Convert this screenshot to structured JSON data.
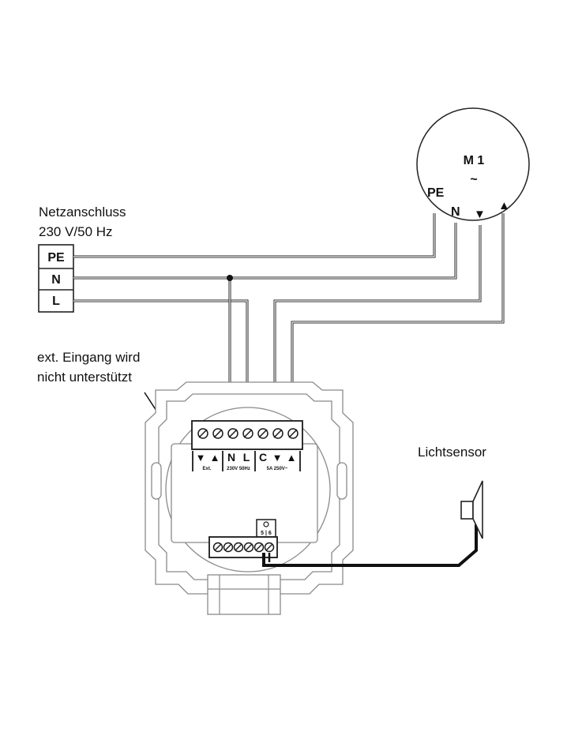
{
  "mains": {
    "title_line1": "Netzanschluss",
    "title_line2": "230 V/50 Hz",
    "terminals": [
      "PE",
      "N",
      "L"
    ]
  },
  "motor": {
    "label": "M 1",
    "symbol": "~",
    "terminals": {
      "pe": "PE",
      "n": "N",
      "down": "▼",
      "up": "▲"
    }
  },
  "note": {
    "line1": "ext. Eingang wird",
    "line2": "nicht unterstützt"
  },
  "sensor": {
    "label": "Lichtsensor"
  },
  "device": {
    "marks": [
      "▼",
      "▲",
      "N",
      "L",
      "C",
      "▼",
      "▲"
    ],
    "sub_labels": {
      "ext": "Ext.",
      "power": "230V 50Hz",
      "relay": "5A 250V~"
    },
    "sensor_pins": "5 | 6"
  }
}
